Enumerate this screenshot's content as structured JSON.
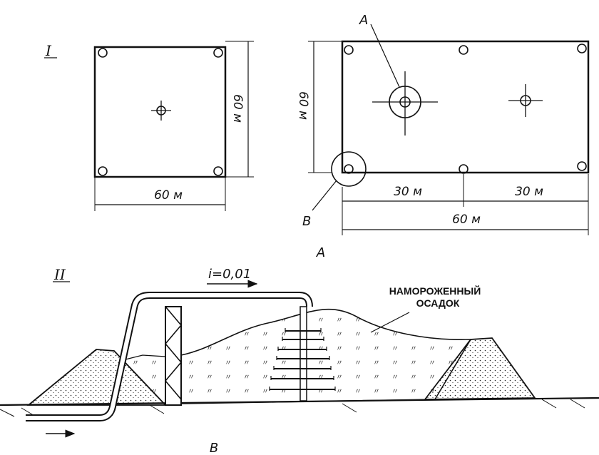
{
  "section_one": {
    "numeral": "I",
    "plan_small": {
      "side_label": "60 м",
      "bottom_label": "60 м"
    },
    "plan_large": {
      "side_label": "60 м",
      "half_left_label": "30 м",
      "half_right_label": "30 м",
      "total_label": "60 м",
      "callout_a": "A",
      "callout_b": "B"
    },
    "caption": "A"
  },
  "section_two": {
    "numeral": "II",
    "slope_label": "i=0,01",
    "deposit_label_line1": "НАМОРОЖЕННЫЙ",
    "deposit_label_line2": "ОСАДОК",
    "caption": "B"
  }
}
